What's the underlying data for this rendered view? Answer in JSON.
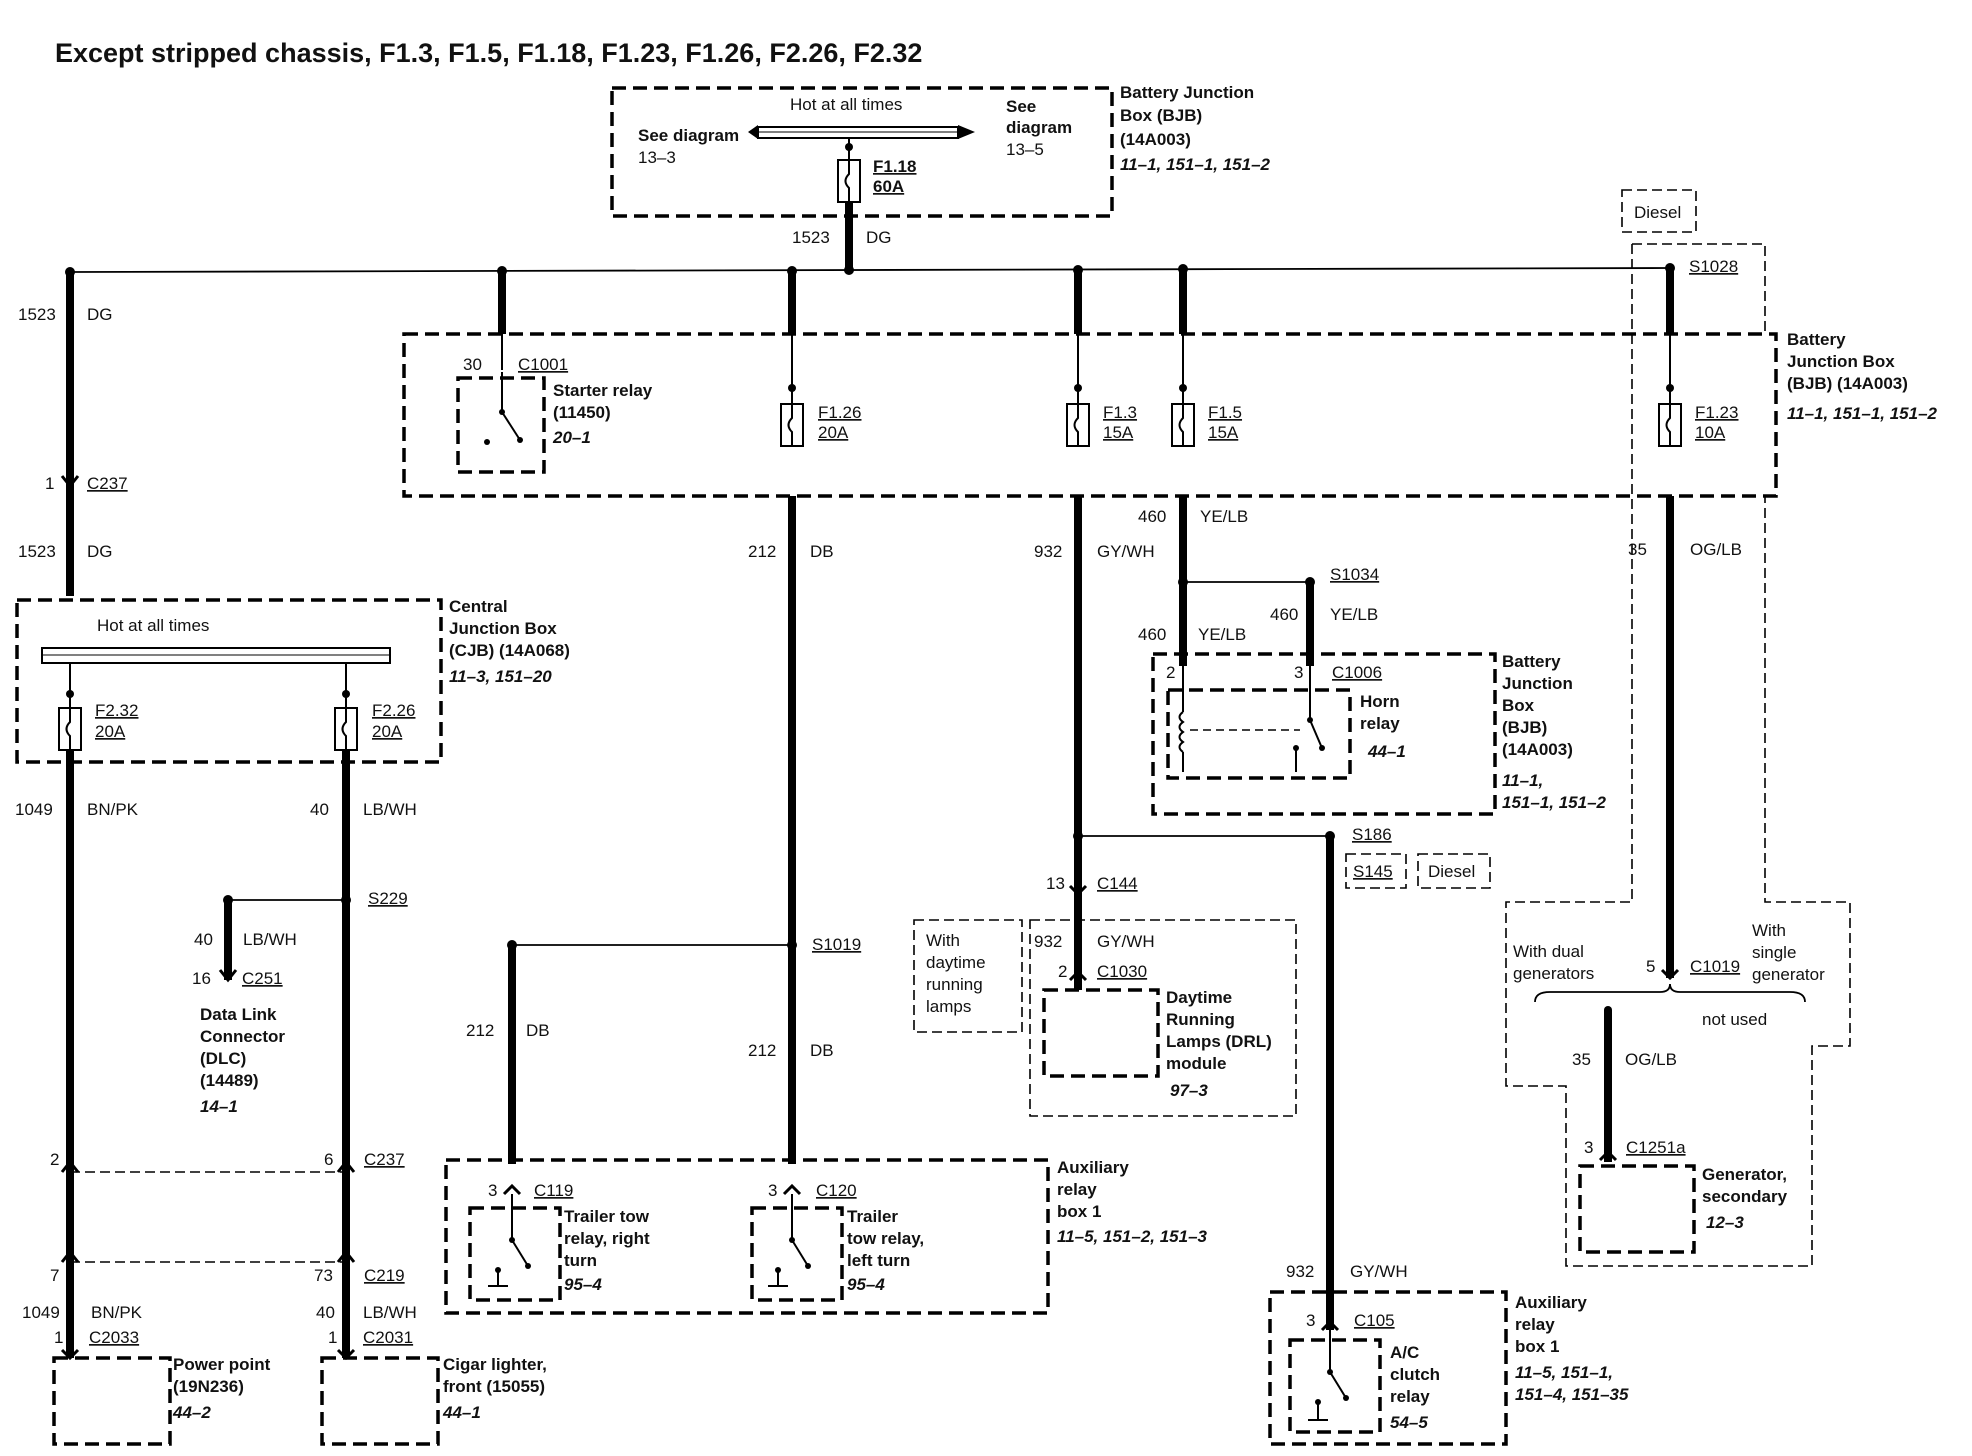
{
  "title": "Except stripped chassis, F1.3, F1.5, F1.18, F1.23, F1.26, F2.26, F2.32",
  "bjb_top": {
    "hot": "Hot at all times",
    "left_see": "See diagram",
    "left_ref": "13–3",
    "right_see1": "See",
    "right_see2": "diagram",
    "right_ref": "13–5",
    "fuse": "F1.18",
    "amp": "60A",
    "name1": "Battery Junction",
    "name2": "Box (BJB)",
    "name3": "(14A003)",
    "refs": "11–1, 151–1, 151–2",
    "out_circuit": "1523",
    "out_color": "DG"
  },
  "diesel_top": "Diesel",
  "s1028": "S1028",
  "bjb_main": {
    "name1": "Battery",
    "name2": "Junction Box",
    "name3": "(BJB) (14A003)",
    "refs": "11–1, 151–1, 151–2",
    "starter_pin": "30",
    "starter_conn": "C1001",
    "starter1": "Starter relay",
    "starter2": "(11450)",
    "starter_ref": "20–1",
    "f126": "F1.26",
    "f126a": "20A",
    "f13": "F1.3",
    "f13a": "15A",
    "f15": "F1.5",
    "f15a": "15A",
    "f123": "F1.23",
    "f123a": "10A"
  },
  "left_wire": {
    "c1": "1523",
    "col1": "DG",
    "pin": "1",
    "conn": "C237",
    "c2": "1523",
    "col2": "DG"
  },
  "cjb": {
    "hot": "Hot at all times",
    "name1": "Central",
    "name2": "Junction Box",
    "name3": "(CJB) (14A068)",
    "refs": "11–3, 151–20",
    "f232": "F2.32",
    "f232a": "20A",
    "f226": "F2.26",
    "f226a": "20A"
  },
  "wire_1049": {
    "circuit": "1049",
    "color": "BN/PK"
  },
  "wire_40": {
    "circuit": "40",
    "color": "LB/WH"
  },
  "s229": "S229",
  "dlc": {
    "circuit": "40",
    "color": "LB/WH",
    "pin": "16",
    "conn": "C251",
    "name1": "Data Link",
    "name2": "Connector",
    "name3": "(DLC)",
    "name4": "(14489)",
    "ref": "14–1"
  },
  "c237_bottom": {
    "pin_left": "2",
    "pin_right": "6",
    "conn": "C237"
  },
  "c219": {
    "pin_left": "7",
    "pin_right": "73",
    "conn": "C219"
  },
  "power_point": {
    "circuit": "1049",
    "color": "BN/PK",
    "pin": "1",
    "conn": "C2033",
    "name1": "Power point",
    "name2": "(19N236)",
    "ref": "44–2"
  },
  "cigar": {
    "circuit": "40",
    "color": "LB/WH",
    "pin": "1",
    "conn": "C2031",
    "name1": "Cigar lighter,",
    "name2": "front (15055)",
    "ref": "44–1"
  },
  "wire_212": {
    "circuit": "212",
    "color": "DB"
  },
  "s1019": "S1019",
  "aux1": {
    "name1": "Auxiliary",
    "name2": "relay",
    "name3": "box 1",
    "refs": "11–5, 151–2, 151–3",
    "r1_pin": "3",
    "r1_conn": "C119",
    "r1_name1": "Trailer tow",
    "r1_name2": "relay, right",
    "r1_name3": "turn",
    "r1_ref": "95–4",
    "r2_pin": "3",
    "r2_conn": "C120",
    "r2_name1": "Trailer",
    "r2_name2": "tow relay,",
    "r2_name3": "left turn",
    "r2_ref": "95–4"
  },
  "wire_932": {
    "circuit": "932",
    "color": "GY/WH"
  },
  "wire_460": {
    "circuit": "460",
    "color": "YE/LB"
  },
  "s1034": "S1034",
  "horn": {
    "c1": "460",
    "col1": "YE/LB",
    "c2": "460",
    "col2": "YE/LB",
    "pin1": "2",
    "pin2": "3",
    "conn": "C1006",
    "name1": "Horn",
    "name2": "relay",
    "ref": "44–1",
    "box1": "Battery",
    "box2": "Junction",
    "box3": "Box",
    "box4": "(BJB)",
    "box5": "(14A003)",
    "refs1": "11–1,",
    "refs2": "151–1, 151–2"
  },
  "s186": "S186",
  "s145": "S145",
  "diesel_mid": "Diesel",
  "drl": {
    "pin": "13",
    "conn": "C144",
    "opt1": "With",
    "opt2": "daytime",
    "opt3": "running",
    "opt4": "lamps",
    "circuit": "932",
    "color": "GY/WH",
    "pin2": "2",
    "conn2": "C1030",
    "name1": "Daytime",
    "name2": "Running",
    "name3": "Lamps (DRL)",
    "name4": "module",
    "ref": "97–3"
  },
  "ac": {
    "circuit": "932",
    "color": "GY/WH",
    "pin": "3",
    "conn": "C105",
    "name1": "A/C",
    "name2": "clutch",
    "name3": "relay",
    "ref": "54–5",
    "box1": "Auxiliary",
    "box2": "relay",
    "box3": "box 1",
    "refs1": "11–5, 151–1,",
    "refs2": "151–4, 151–35"
  },
  "gen": {
    "circuit": "35",
    "color": "OG/LB",
    "dual1": "With dual",
    "dual2": "generators",
    "single1": "With",
    "single2": "single",
    "single3": "generator",
    "pin": "5",
    "conn": "C1019",
    "not_used": "not used",
    "circuit2": "35",
    "color2": "OG/LB",
    "pin2": "3",
    "conn2": "C1251a",
    "name1": "Generator,",
    "name2": "secondary",
    "ref": "12–3"
  }
}
